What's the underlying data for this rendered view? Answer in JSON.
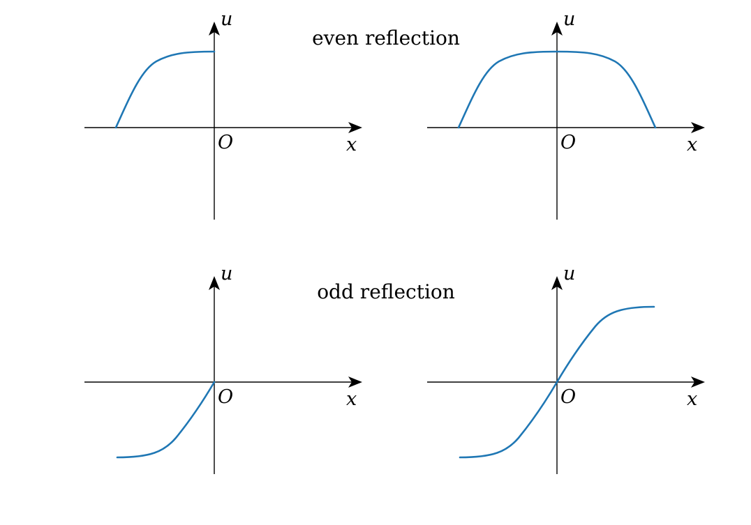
{
  "colors": {
    "curve": "#1f77b4",
    "axis": "#000000"
  },
  "captions": {
    "even": "even reflection",
    "odd": "odd reflection"
  },
  "axis_labels": {
    "x": "x",
    "y": "u",
    "origin": "O"
  },
  "panels": [
    {
      "id": "even-left",
      "shape": "even",
      "reflected": false
    },
    {
      "id": "even-right",
      "shape": "even",
      "reflected": true
    },
    {
      "id": "odd-left",
      "shape": "odd",
      "reflected": false
    },
    {
      "id": "odd-right",
      "shape": "odd",
      "reflected": true
    }
  ]
}
